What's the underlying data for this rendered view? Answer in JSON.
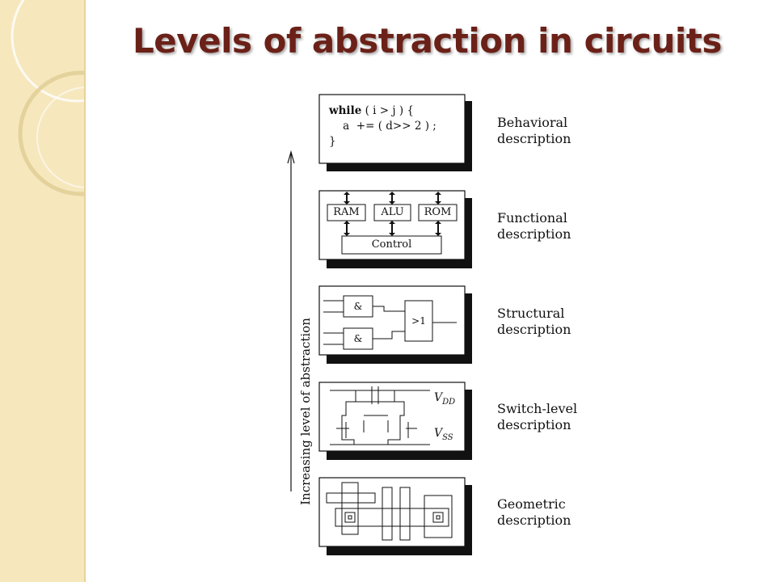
{
  "title": "Levels of abstraction in circuits",
  "axis_label": "Increasing level of abstraction",
  "levels": [
    {
      "name": "Behavioral",
      "desc": "description"
    },
    {
      "name": "Functional",
      "desc": "description"
    },
    {
      "name": "Structural",
      "desc": "description"
    },
    {
      "name": "Switch-level",
      "desc": "description"
    },
    {
      "name": "Geometric",
      "desc": "description"
    }
  ],
  "behavioral_code": {
    "line1_kw": "while",
    "line1_rest": " ( i > j ) {",
    "line2": "    a  += ( d>> 2 ) ;",
    "line3": "}"
  },
  "functional_blocks": [
    "RAM",
    "ALU",
    "ROM"
  ],
  "functional_control": "Control",
  "structural_gates": [
    "&",
    "&",
    ">1"
  ],
  "switch_labels": {
    "vdd": "V",
    "vdd_sub": "DD",
    "vss": "V",
    "vss_sub": "SS"
  }
}
